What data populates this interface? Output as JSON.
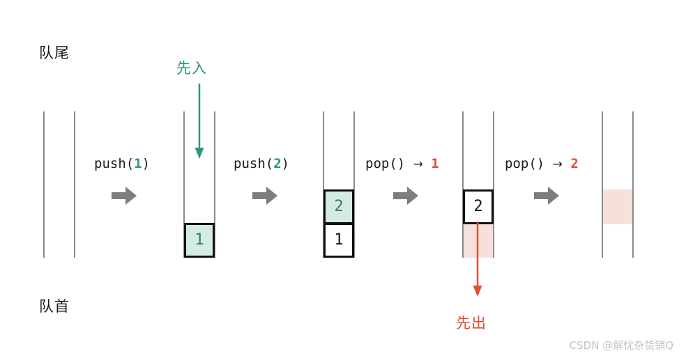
{
  "diagram": {
    "title_tail": "队尾",
    "title_head": "队首",
    "annotation_in": "先入",
    "annotation_out": "先出",
    "watermark": "CSDN @解忧杂货铺Q",
    "colors": {
      "accent_in": "#2e9480",
      "accent_out": "#dd5033",
      "cell_fill_in": "#d4ebe4",
      "ghost_fill": "#f6e1da",
      "rail": "#8a8a8a",
      "step_arrow": "#7d7d7d",
      "text": "#1b1b1b"
    }
  },
  "operations": [
    {
      "name": "push-1",
      "fn": "push(",
      "value": "1",
      "close": ")",
      "result_arrow": "",
      "result": "",
      "kind": "in"
    },
    {
      "name": "push-2",
      "fn": "push(",
      "value": "2",
      "close": ")",
      "result_arrow": "",
      "result": "",
      "kind": "in"
    },
    {
      "name": "pop-1",
      "fn": "pop()",
      "value": "",
      "close": "",
      "result_arrow": "→",
      "result": "1",
      "kind": "out"
    },
    {
      "name": "pop-2",
      "fn": "pop()",
      "value": "",
      "close": "",
      "result_arrow": "→",
      "result": "2",
      "kind": "out"
    }
  ],
  "stages": [
    {
      "name": "stage-empty",
      "cells": [],
      "ghost": null
    },
    {
      "name": "stage-after-push-1",
      "cells": [
        {
          "value": "1",
          "style": "teal"
        }
      ],
      "ghost": null
    },
    {
      "name": "stage-after-push-2",
      "cells": [
        {
          "value": "2",
          "style": "teal"
        },
        {
          "value": "1",
          "style": "white"
        }
      ],
      "ghost": null
    },
    {
      "name": "stage-after-pop-1",
      "cells": [
        {
          "value": "2",
          "style": "white"
        }
      ],
      "ghost": "bottom"
    },
    {
      "name": "stage-after-pop-2",
      "cells": [],
      "ghost": "upper"
    }
  ]
}
